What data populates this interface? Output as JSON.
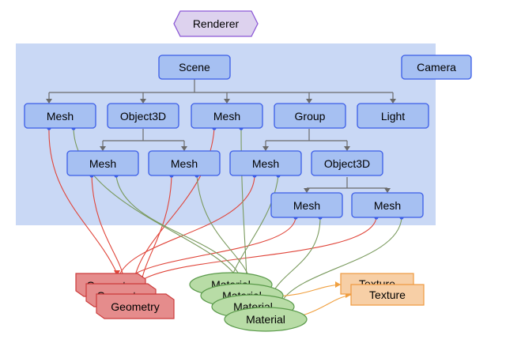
{
  "colors": {
    "scene_panel": "#c9d8f5",
    "node_fill": "#a6c0f2",
    "node_stroke": "#3b5de7",
    "connector": "#6a6a6a",
    "renderer_fill": "#ddd2ee",
    "renderer_stroke": "#8c59d6",
    "geometry_fill": "#e58c8c",
    "geometry_stroke": "#cc3b3b",
    "geometry_link": "#e0453a",
    "material_fill": "#b8dca6",
    "material_stroke": "#5a9a4a",
    "material_link": "#7a9a5e",
    "texture_fill": "#f7cfa6",
    "texture_stroke": "#ee9a40",
    "texture_link": "#f0a040"
  },
  "diagram": {
    "renderer": {
      "label": "Renderer"
    },
    "scene": {
      "label": "Scene"
    },
    "camera": {
      "label": "Camera"
    },
    "level1": [
      {
        "id": "mesh-a",
        "label": "Mesh"
      },
      {
        "id": "object3d-a",
        "label": "Object3D"
      },
      {
        "id": "mesh-b",
        "label": "Mesh"
      },
      {
        "id": "group",
        "label": "Group"
      },
      {
        "id": "light",
        "label": "Light"
      }
    ],
    "level2": [
      {
        "id": "mesh-c",
        "label": "Mesh"
      },
      {
        "id": "mesh-d",
        "label": "Mesh"
      },
      {
        "id": "mesh-e",
        "label": "Mesh"
      },
      {
        "id": "object3d-b",
        "label": "Object3D"
      }
    ],
    "level3": [
      {
        "id": "mesh-f",
        "label": "Mesh"
      },
      {
        "id": "mesh-g",
        "label": "Mesh"
      }
    ],
    "geometries": [
      "Geometry",
      "Geometry",
      "Geometry"
    ],
    "materials": [
      "Material",
      "Material",
      "Material",
      "Material"
    ],
    "textures": [
      "Texture",
      "Texture"
    ]
  }
}
